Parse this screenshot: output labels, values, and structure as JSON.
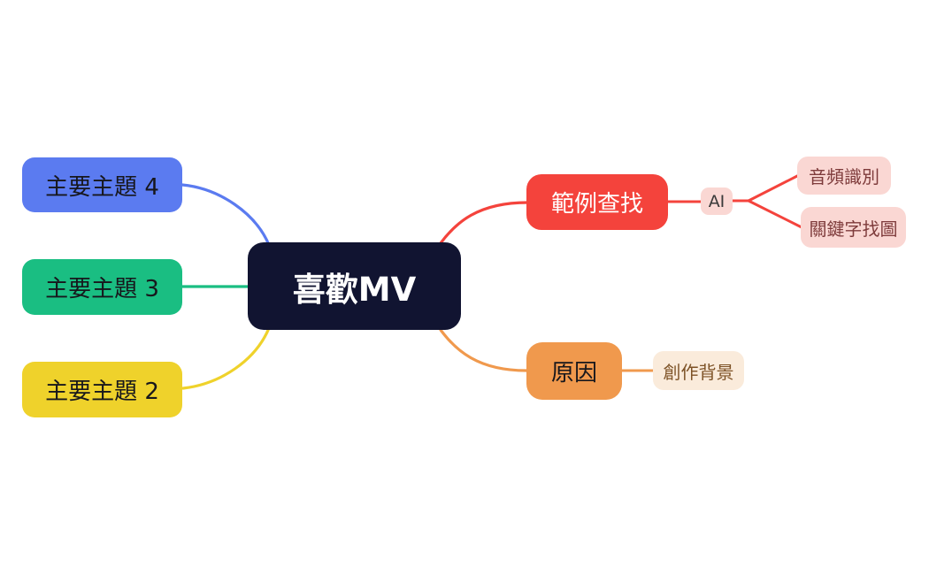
{
  "canvas": {
    "background": "#FFFFFF"
  },
  "nodes": {
    "central": {
      "label": "喜歡MV",
      "bg": "#111431",
      "fg": "#FFFFFF"
    },
    "topic4": {
      "label": "主要主題 4",
      "bg": "#5B7BF0",
      "fg": "#17171C"
    },
    "topic3": {
      "label": "主要主題 3",
      "bg": "#1ABE82",
      "fg": "#17171C"
    },
    "topic2": {
      "label": "主要主題 2",
      "bg": "#EFD22B",
      "fg": "#17171C"
    },
    "example_search": {
      "label": "範例查找",
      "bg": "#F4433C",
      "fg": "#FFFFFF"
    },
    "ai": {
      "label": "AI",
      "bg": "#FAD7D3",
      "fg": "#3A3A3A"
    },
    "audio_recognition": {
      "label": "音頻識別",
      "bg": "#FAD7D3",
      "fg": "#7E3B3B"
    },
    "keyword_image_search": {
      "label": "關鍵字找圖",
      "bg": "#FAD7D3",
      "fg": "#7E3B3B"
    },
    "reason": {
      "label": "原因",
      "bg": "#F0994D",
      "fg": "#17171C"
    },
    "creation_background": {
      "label": "創作背景",
      "bg": "#FAEBDB",
      "fg": "#7D5226"
    }
  },
  "edges": {
    "topic4": "#5B7BF0",
    "topic3": "#1ABE82",
    "topic2": "#EFD22B",
    "example_search": "#F4433C",
    "ai": "#F4433C",
    "audio_recognition": "#F4433C",
    "keyword_image_search": "#F4433C",
    "reason": "#F0994D",
    "creation_background": "#F0994D"
  }
}
